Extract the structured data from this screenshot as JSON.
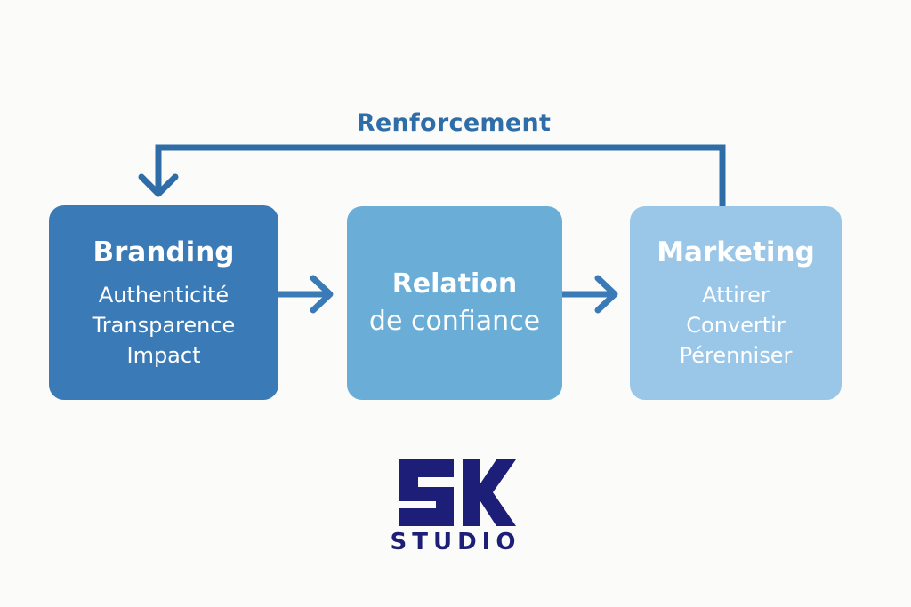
{
  "diagram": {
    "loop_label": "Renforcement",
    "boxes": {
      "branding": {
        "title": "Branding",
        "items": [
          "Authenticité",
          "Transparence",
          "Impact"
        ]
      },
      "relation": {
        "lines": [
          "Relation",
          "de confiance"
        ]
      },
      "marketing": {
        "title": "Marketing",
        "items": [
          "Attirer",
          "Convertir",
          "Pérenniser"
        ]
      }
    }
  },
  "logo": {
    "mark": "SK",
    "wordmark": "STUDIO",
    "color": "#1c1e78"
  },
  "colors": {
    "loop_arrow": "#2e6da8",
    "flow_arrow": "#3a7ab6",
    "branding_box": "#3a7ab6",
    "relation_box": "#6aaed8",
    "marketing_box": "#9ac7e8"
  }
}
